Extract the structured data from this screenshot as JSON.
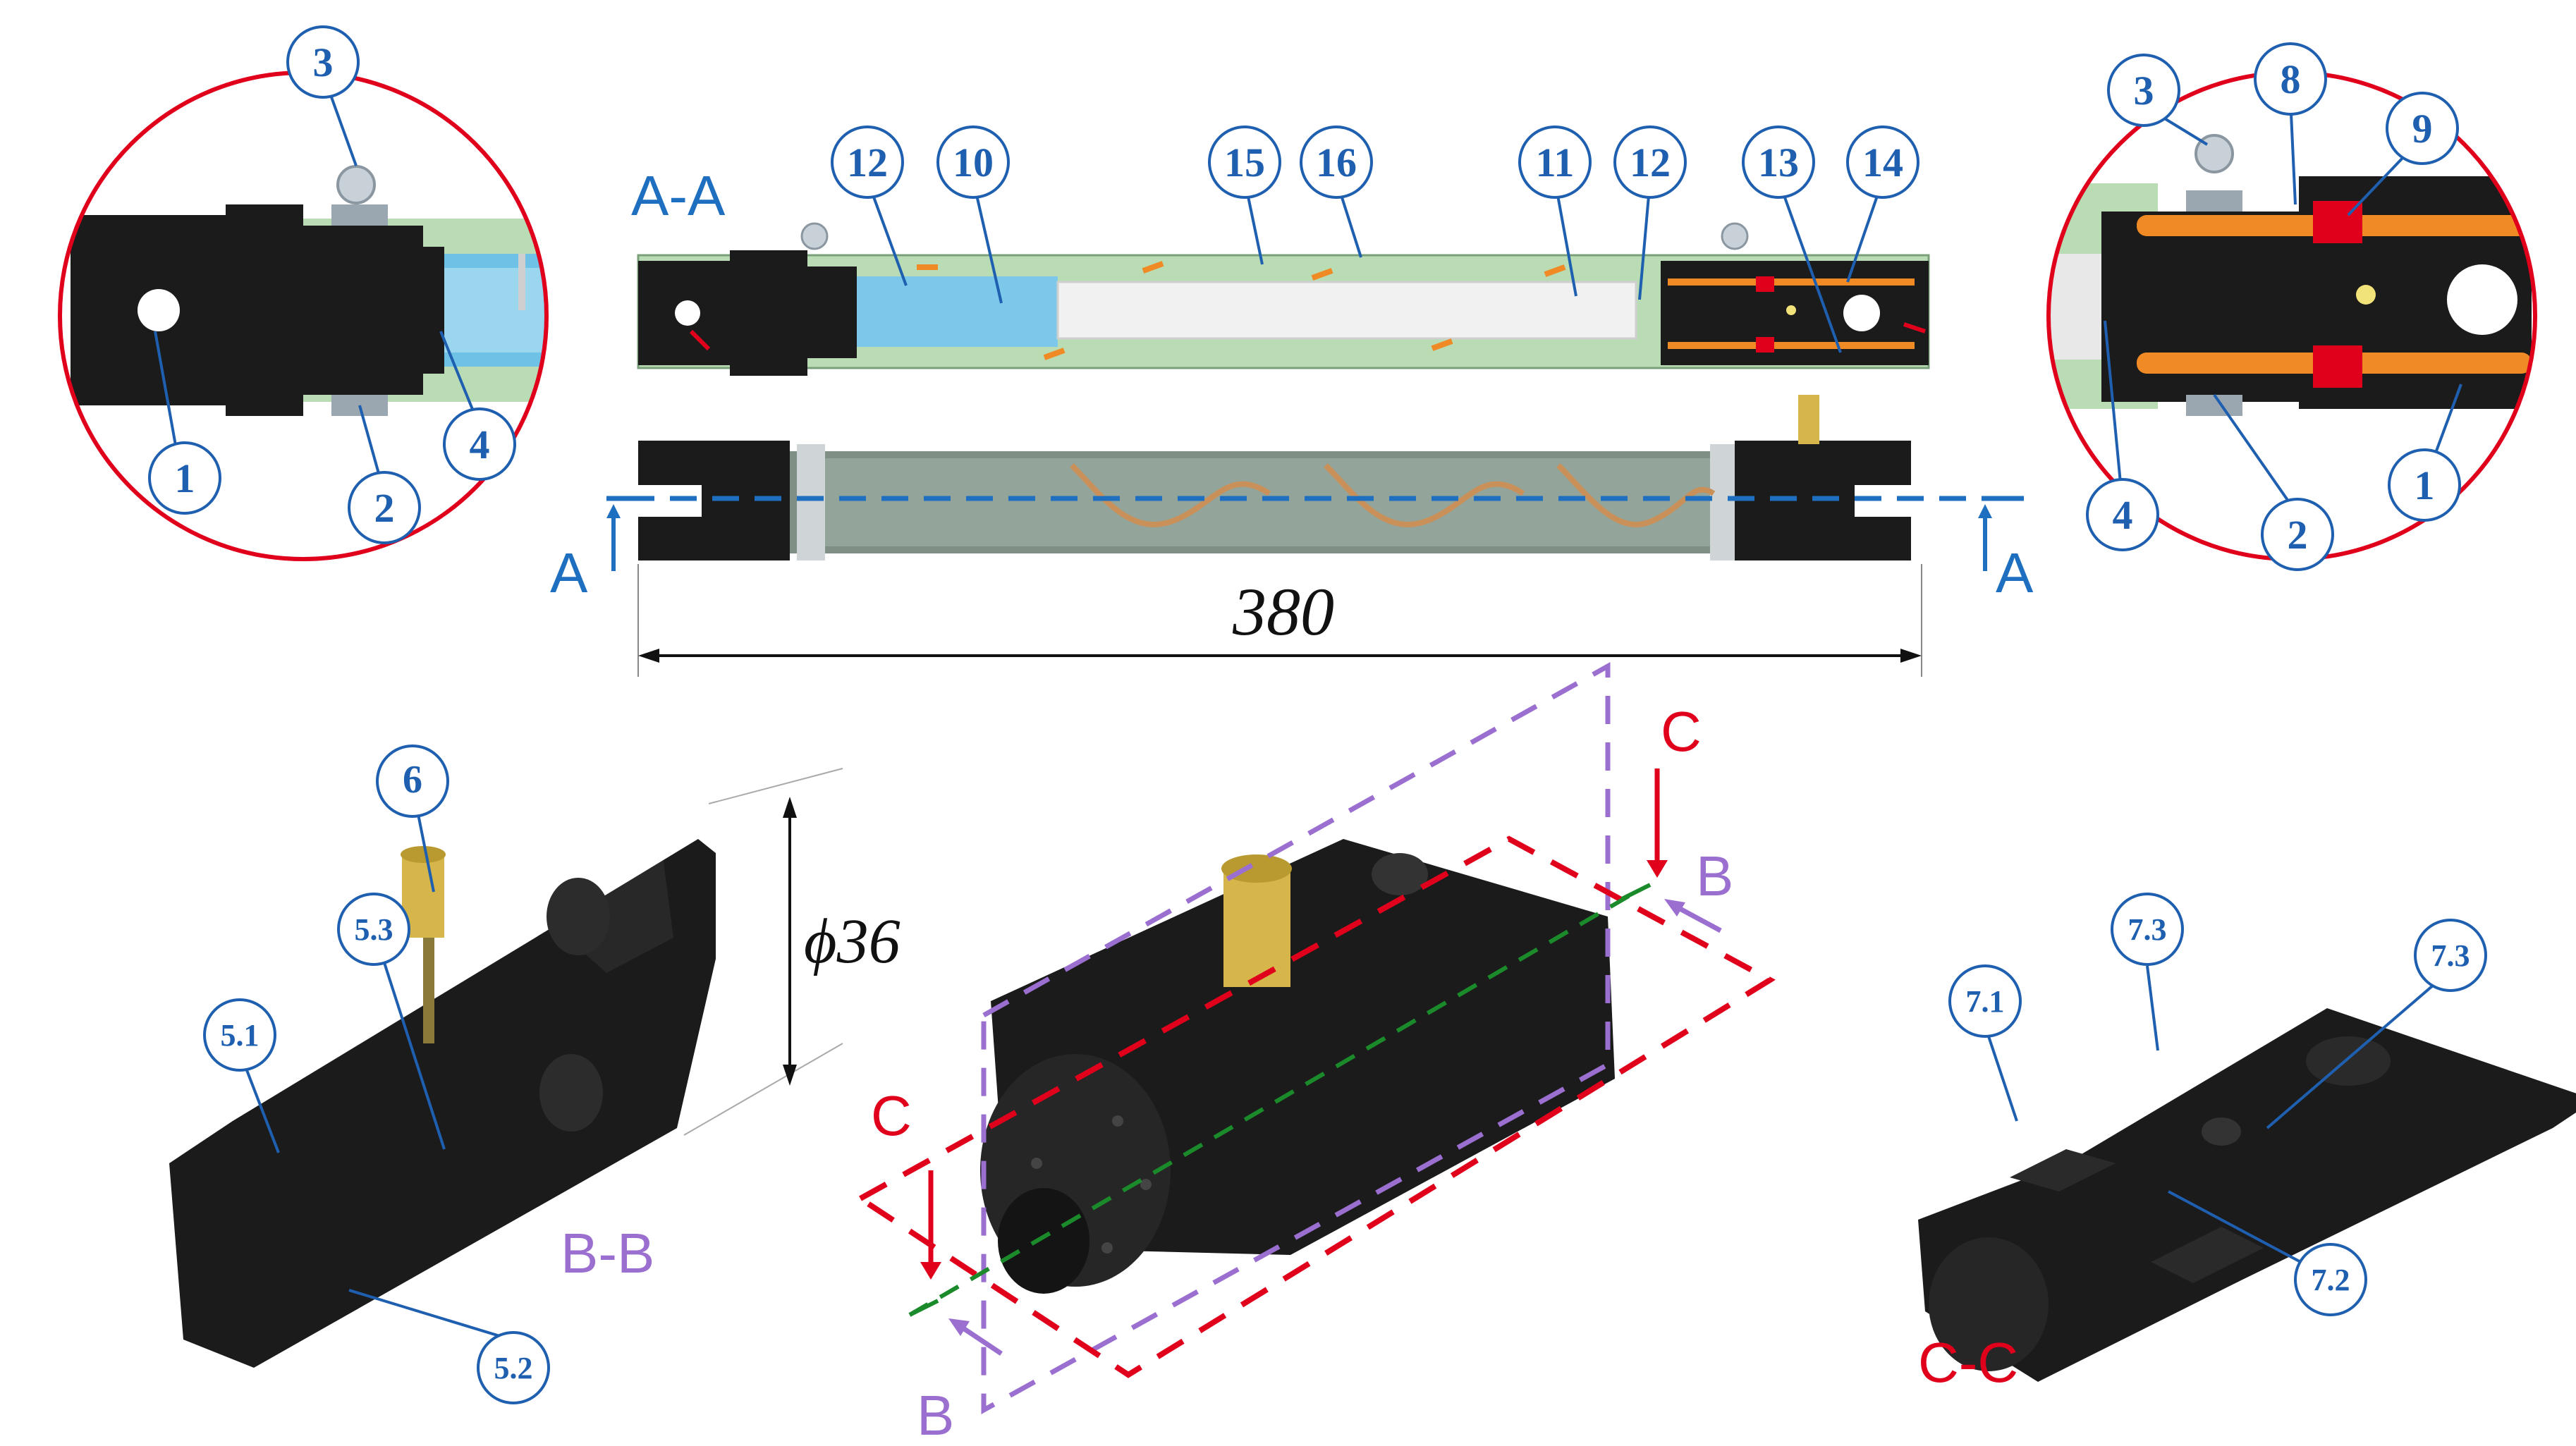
{
  "section_labels": {
    "aa_title": "A-A",
    "a_left": "A",
    "a_right": "A",
    "bb_title": "B-B",
    "b_top": "B",
    "b_bottom": "B",
    "c_top": "C",
    "c_bottom": "C",
    "cc_title": "C-C"
  },
  "dimensions": {
    "length": "380",
    "diameter": "ϕ36"
  },
  "left_detail": {
    "callouts": [
      "3",
      "1",
      "2",
      "4"
    ]
  },
  "top_view": {
    "callouts": [
      "12",
      "10",
      "15",
      "16",
      "11",
      "12",
      "13",
      "14"
    ]
  },
  "right_detail": {
    "callouts": [
      "3",
      "8",
      "9",
      "4",
      "2",
      "1"
    ]
  },
  "bb_view": {
    "callouts": [
      "6",
      "5.3",
      "5.1",
      "5.2"
    ]
  },
  "cc_view": {
    "callouts": [
      "7.3",
      "7.1",
      "7.3",
      "7.2"
    ]
  },
  "colors": {
    "callout_blue": "#1f5fb0",
    "section_red": "#e0001b",
    "section_purple": "#9b6fd0",
    "axis_green": "#1a8a2a",
    "part_black": "#1b1b1b",
    "tube_green": "#9fd2a6",
    "fitting_gold": "#d6b54a",
    "wire_orange": "#f08a24"
  }
}
